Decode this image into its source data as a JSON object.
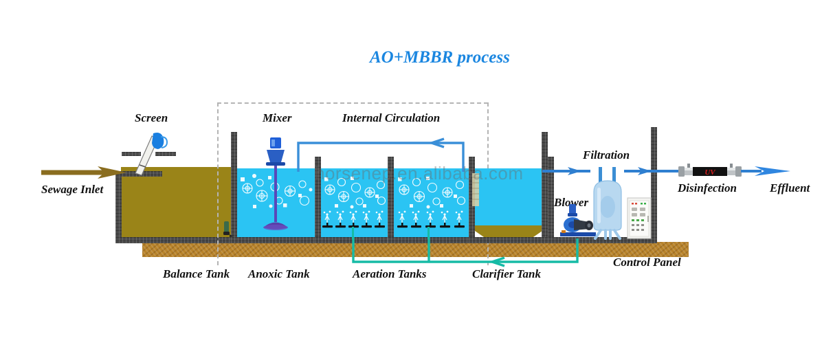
{
  "diagram": {
    "title": "AO+MBBR process",
    "watermark": "horsenep.en.alibaba.com",
    "title_color": "#1a86e0"
  },
  "labels": {
    "sewage_inlet": "Sewage Inlet",
    "screen": "Screen",
    "mixer": "Mixer",
    "internal_circulation": "Internal Circulation",
    "blower": "Blower",
    "filtration": "Filtration",
    "disinfection": "Disinfection",
    "effluent": "Effluent",
    "control_panel": "Control Panel",
    "balance_tank": "Balance Tank",
    "anoxic_tank": "Anoxic Tank",
    "aeration_tanks": "Aeration Tanks",
    "clarifier_tank": "Clarifier Tank",
    "uv_badge": "UV"
  },
  "colors": {
    "water": "#2bc4f3",
    "sewage": "#9a8418",
    "wall": "#4a4a4a",
    "ground": "#b8832a",
    "pipe_blue": "#2f7fd0",
    "air_teal": "#16bba6",
    "inlet_arrow": "#8a6d1f",
    "effluent_arrow": "#2f86e0",
    "uv_red": "#d81e1e",
    "equipment_blue": "#2a5fc4",
    "dashed_border": "#b4b4b4"
  },
  "units": {
    "aeration_tank_count": 2,
    "diffusers_per_tank": 5,
    "mbbr_media": "carrier-media"
  }
}
